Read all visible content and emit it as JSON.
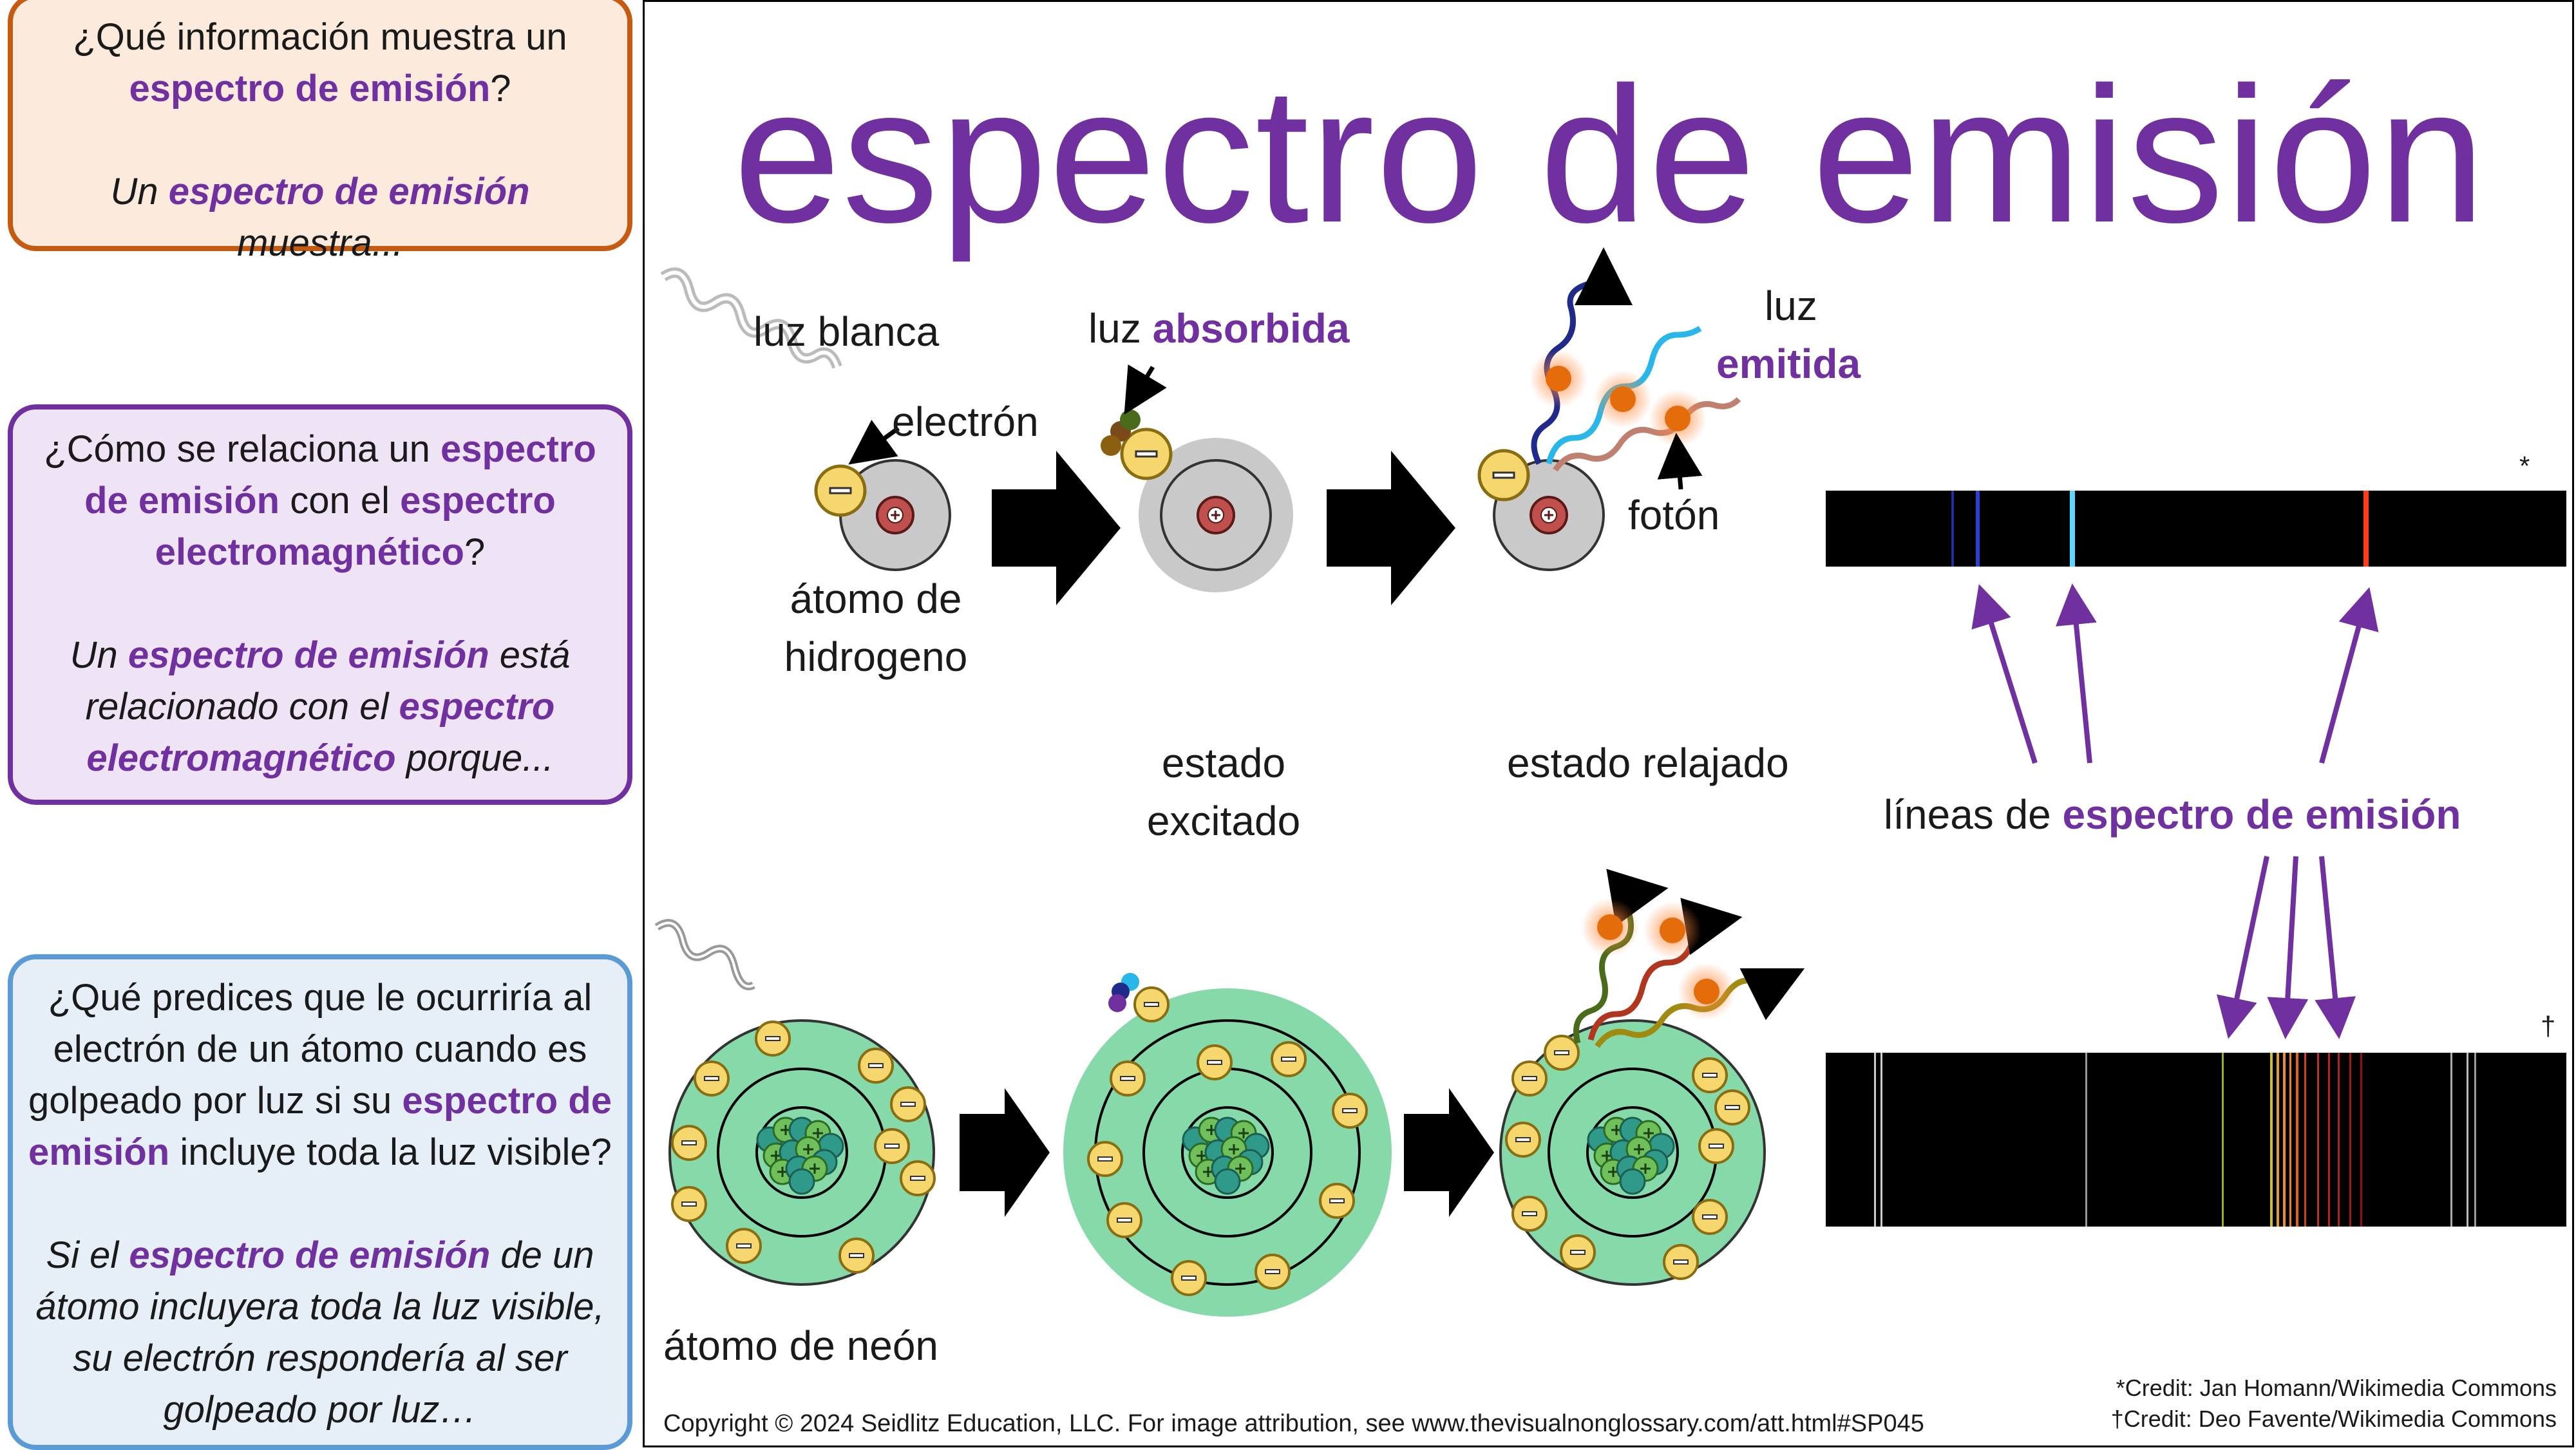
{
  "title": "espectro de emisión",
  "questions": {
    "q1": {
      "pre": "¿Qué información muestra un ",
      "term": "espectro de emisión",
      "post": "?",
      "answer_pre": "Un ",
      "answer_term": "espectro de emisión",
      "answer_post": " muestra..."
    },
    "q2": {
      "pre": "¿Cómo se relaciona un ",
      "term1": "espectro de emisión",
      "mid": " con el ",
      "term2": "espectro electromagnético",
      "post": "?",
      "answer_pre": "Un ",
      "answer_term1": "espectro de emisión",
      "answer_mid": " está relacionado con el ",
      "answer_term2": "espectro electromagnético",
      "answer_post": " porque..."
    },
    "q3": {
      "pre": "¿Qué predices que le ocurriría al electrón de un átomo cuando es golpeado por luz si su ",
      "term": "espectro de emisión",
      "post": " incluye toda la luz visible?",
      "answer_pre": "Si el ",
      "answer_term": "espectro de emisión",
      "answer_post": " de un átomo incluyera toda la luz visible, su electrón respondería al ser golpeado por luz…"
    }
  },
  "labels": {
    "white_light": "luz blanca",
    "electron": "electrón",
    "hydrogen_atom": "átomo de hidrogeno",
    "absorbed_pre": "luz ",
    "absorbed_term": "absorbida",
    "emitted_pre": "luz",
    "emitted_term": "emitida",
    "photon": "fotón",
    "excited_state": "estado excitado",
    "relaxed_state": "estado relajado",
    "lines_pre": "líneas de ",
    "lines_term": "espectro de emisión",
    "neon_atom": "átomo de neón",
    "asterisk": "*",
    "dagger": "†"
  },
  "footer": {
    "copyright": "Copyright © 2024 Seidlitz Education, LLC.  For image attribution, see www.thevisualnonglossary.com/att.html#SP045",
    "credit1": "*Credit: Jan Homann/Wikimedia Commons",
    "credit2": "†Credit: Deo Favente/Wikimedia Commons"
  },
  "colors": {
    "purple": "#7030a0",
    "orange_border": "#c55a11",
    "blue_border": "#5b9bd5",
    "neon_green": "#86d9a8",
    "electron_yellow": "#f5d76e",
    "nucleus_red": "#c0504d"
  }
}
